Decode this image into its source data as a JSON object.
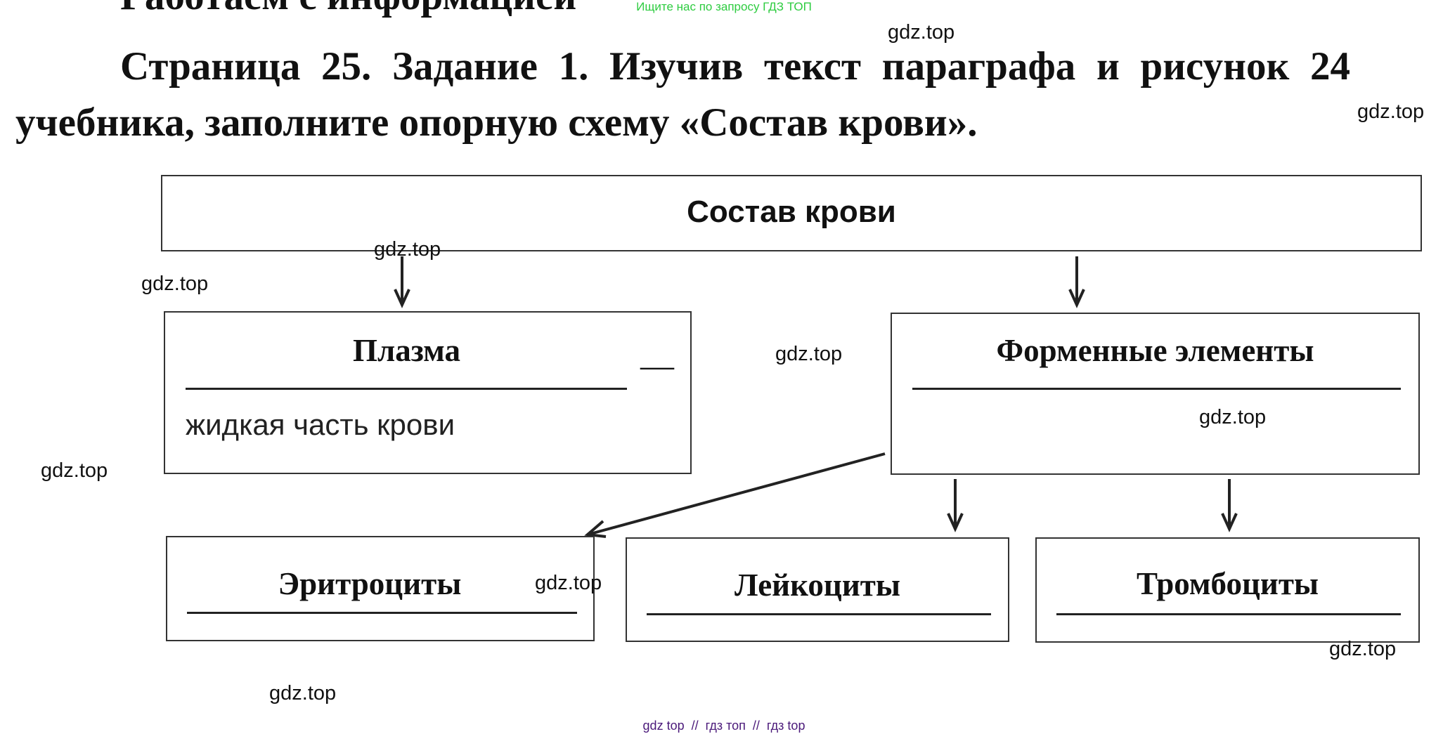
{
  "banner": "Ищите нас по запросу ГДЗ ТОП",
  "section_heading": "Работаем с информацией",
  "task": {
    "line1": "Страница 25. Задание 1. Изучив текст параграфа и рисунок 24",
    "line2": "учебника, заполните опорную схему «Состав крови»."
  },
  "diagram": {
    "root": "Состав крови",
    "plasma": {
      "title": "Плазма",
      "dash": "—",
      "answer": "жидкая часть крови"
    },
    "formed": {
      "title": "Форменные элементы",
      "answer": ""
    },
    "children": [
      "Эритроциты",
      "Лейкоциты",
      "Тромбоциты"
    ]
  },
  "watermark": "gdz.top",
  "footer": "gdz top  //  гдз топ  //  гдз top",
  "colors": {
    "banner": "#2ecc40",
    "footer": "#4b1a7a"
  }
}
